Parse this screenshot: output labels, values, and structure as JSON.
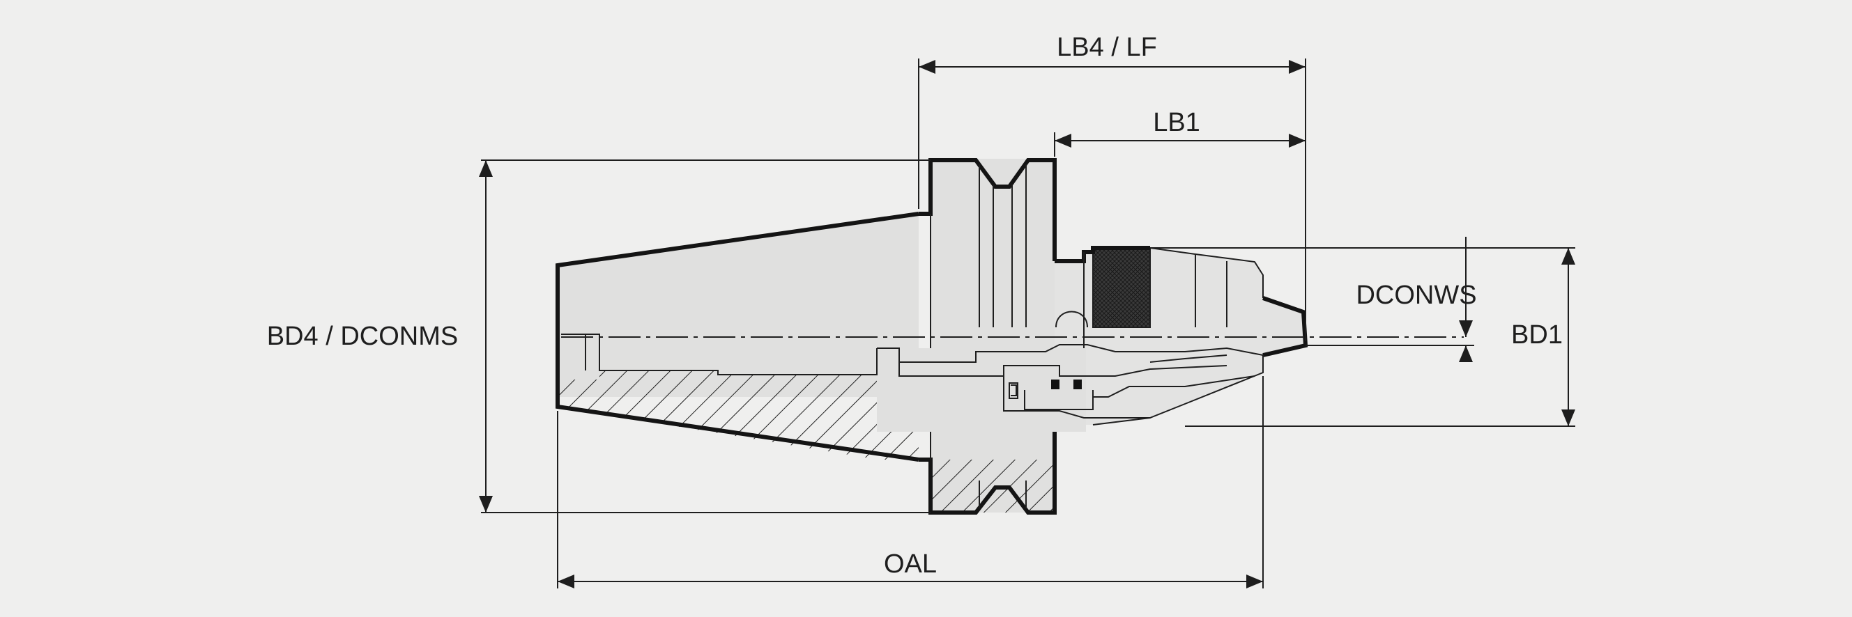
{
  "dimensions": {
    "lb4_lf": "LB4 / LF",
    "lb1": "LB1",
    "bd4_dconms": "BD4 / DCONMS",
    "dconws": "DCONWS",
    "bd1": "BD1",
    "oal": "OAL"
  },
  "colors": {
    "background": "#efefee",
    "body_fill": "#e0e0df",
    "line": "#141414",
    "grip": "#3a3a3a"
  }
}
